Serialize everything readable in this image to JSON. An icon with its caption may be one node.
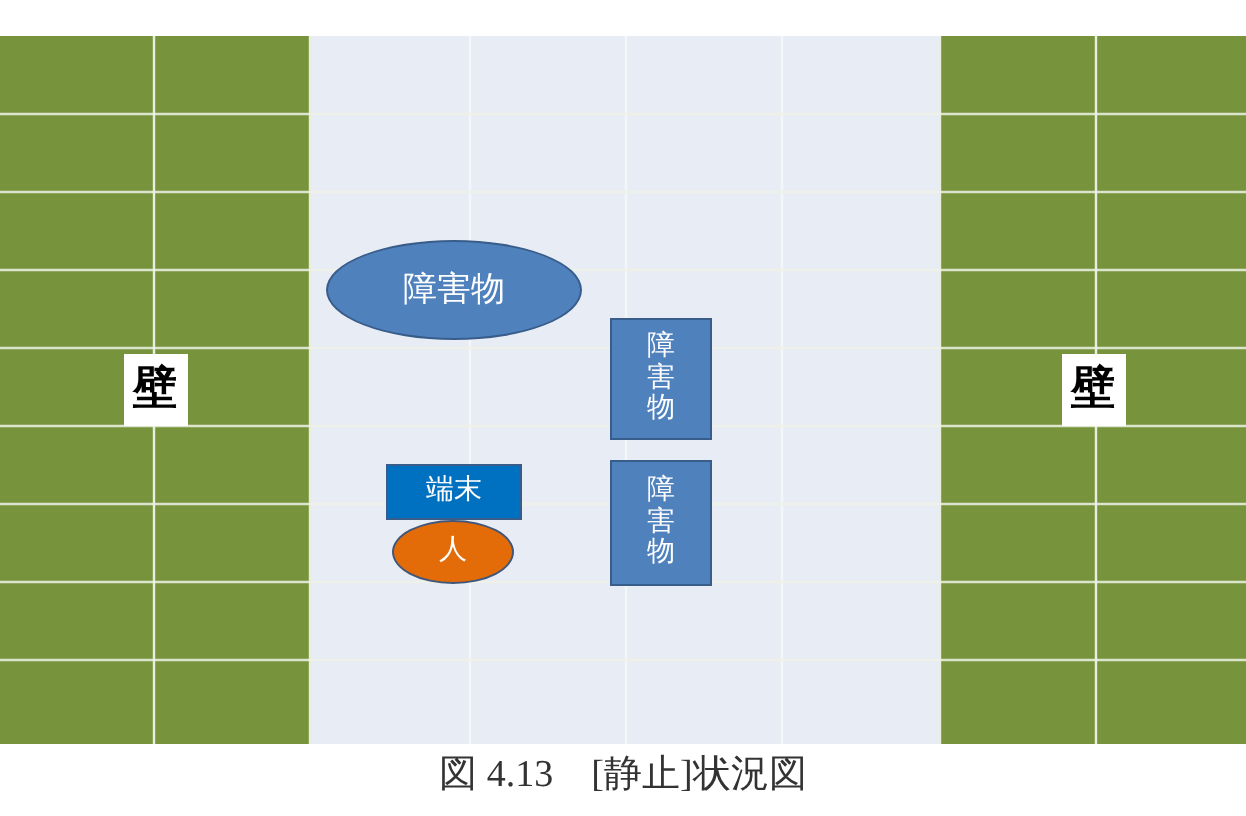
{
  "diagram": {
    "caption": "図 4.13　[静止]状況図",
    "nodes": [
      {
        "text": [
          "壁"
        ]
      },
      {
        "text": [
          "障害物"
        ]
      },
      {
        "text": [
          "障害物"
        ]
      },
      {
        "text": [
          "壁"
        ]
      },
      {
        "text": [
          "端末"
        ]
      },
      {
        "text": [
          "障害物"
        ]
      },
      {
        "text": [
          "人"
        ]
      }
    ],
    "edges": []
  }
}
